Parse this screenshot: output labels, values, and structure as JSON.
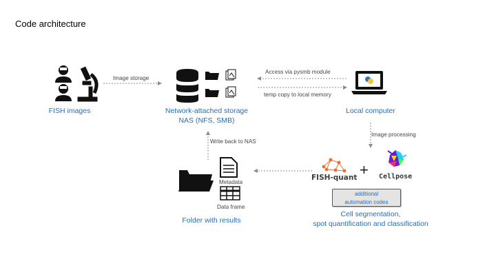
{
  "slide": {
    "title": "Code architecture"
  },
  "nodes": {
    "fish_images": "FISH images",
    "nas_line1": "Network-attached storage",
    "nas_line2": "NAS (NFS, SMB)",
    "local_computer": "Local computer",
    "folder_results": "Folder with results",
    "cell_seg_line1": "Cell segmentation,",
    "cell_seg_line2": "spot quantification and classification"
  },
  "edges": {
    "image_storage": "Image storage",
    "access_pysmb": "Access via pysmb module",
    "temp_copy": "temp copy to local memory",
    "image_processing": "Image processing",
    "write_back": "Write back to NAS"
  },
  "outputs": {
    "metadata": "Metadata",
    "data_frame": "Data frame"
  },
  "tools": {
    "fish_quant": "FISH-quant",
    "plus": "+",
    "cellpose": "Cellpose",
    "additional_line1": "additional",
    "additional_line2": "automation codes"
  },
  "colors": {
    "label_blue": "#1f6fbf",
    "arrow_gray": "#8a8a8a",
    "fish_quant_orange": "#e8703a"
  }
}
